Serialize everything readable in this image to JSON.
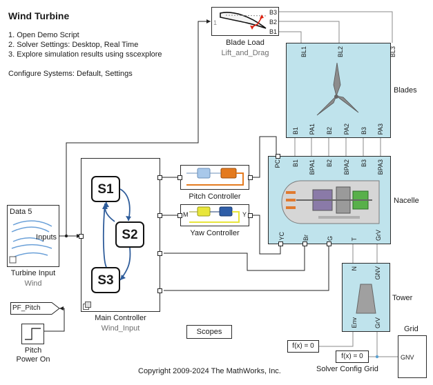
{
  "model": {
    "title": "Wind Turbine",
    "steps": [
      "1. Open Demo Script",
      "2. Solver Settings: Desktop, Real Time",
      "3. Explore simulation results using sscexplore"
    ],
    "configure": "Configure Systems: Default, Settings"
  },
  "blade_load": {
    "label": "Blade Load",
    "sublabel": "Lift_and_Drag",
    "in_port": "1",
    "ports": [
      "B3",
      "B2",
      "B1"
    ]
  },
  "blades": {
    "label": "Blades",
    "top_ports": [
      "BL1",
      "BL2",
      "BL3"
    ],
    "bottom_ports": [
      "B1",
      "PA1",
      "B2",
      "PA2",
      "B3",
      "PA3"
    ]
  },
  "nacelle": {
    "label": "Nacelle",
    "top_ports": [
      "PC",
      "B1",
      "BPA1",
      "B2",
      "BPA2",
      "B3",
      "BPA3"
    ],
    "bottom_ports": [
      "YC",
      "Br",
      "G",
      "T",
      "GrV"
    ]
  },
  "tower": {
    "label": "Tower",
    "top_ports": [
      "N",
      "GNV"
    ],
    "bottom_ports": [
      "Env",
      "GrV"
    ]
  },
  "grid": {
    "label": "Grid",
    "port": "GNV"
  },
  "pitch_controller": {
    "label": "Pitch Controller"
  },
  "yaw_controller": {
    "label": "Yaw Controller",
    "in_port": "M",
    "out_port": "Y"
  },
  "main_controller": {
    "label": "Main Controller",
    "sublabel": "Wind_Input",
    "states": [
      "S1",
      "S2",
      "S3"
    ]
  },
  "turbine_input": {
    "label": "Turbine Input",
    "sublabel": "Wind",
    "header": "Data 5",
    "port": "Inputs"
  },
  "pf_pitch": {
    "label": "PF_Pitch"
  },
  "pitch_power_on": {
    "label_line1": "Pitch",
    "label_line2": "Power On"
  },
  "scopes": {
    "label": "Scopes"
  },
  "solver": {
    "fx1": "f(x) = 0",
    "fx2": "f(x) = 0",
    "label": "Solver Config Grid"
  },
  "copyright": "Copyright 2009-2024 The MathWorks, Inc."
}
